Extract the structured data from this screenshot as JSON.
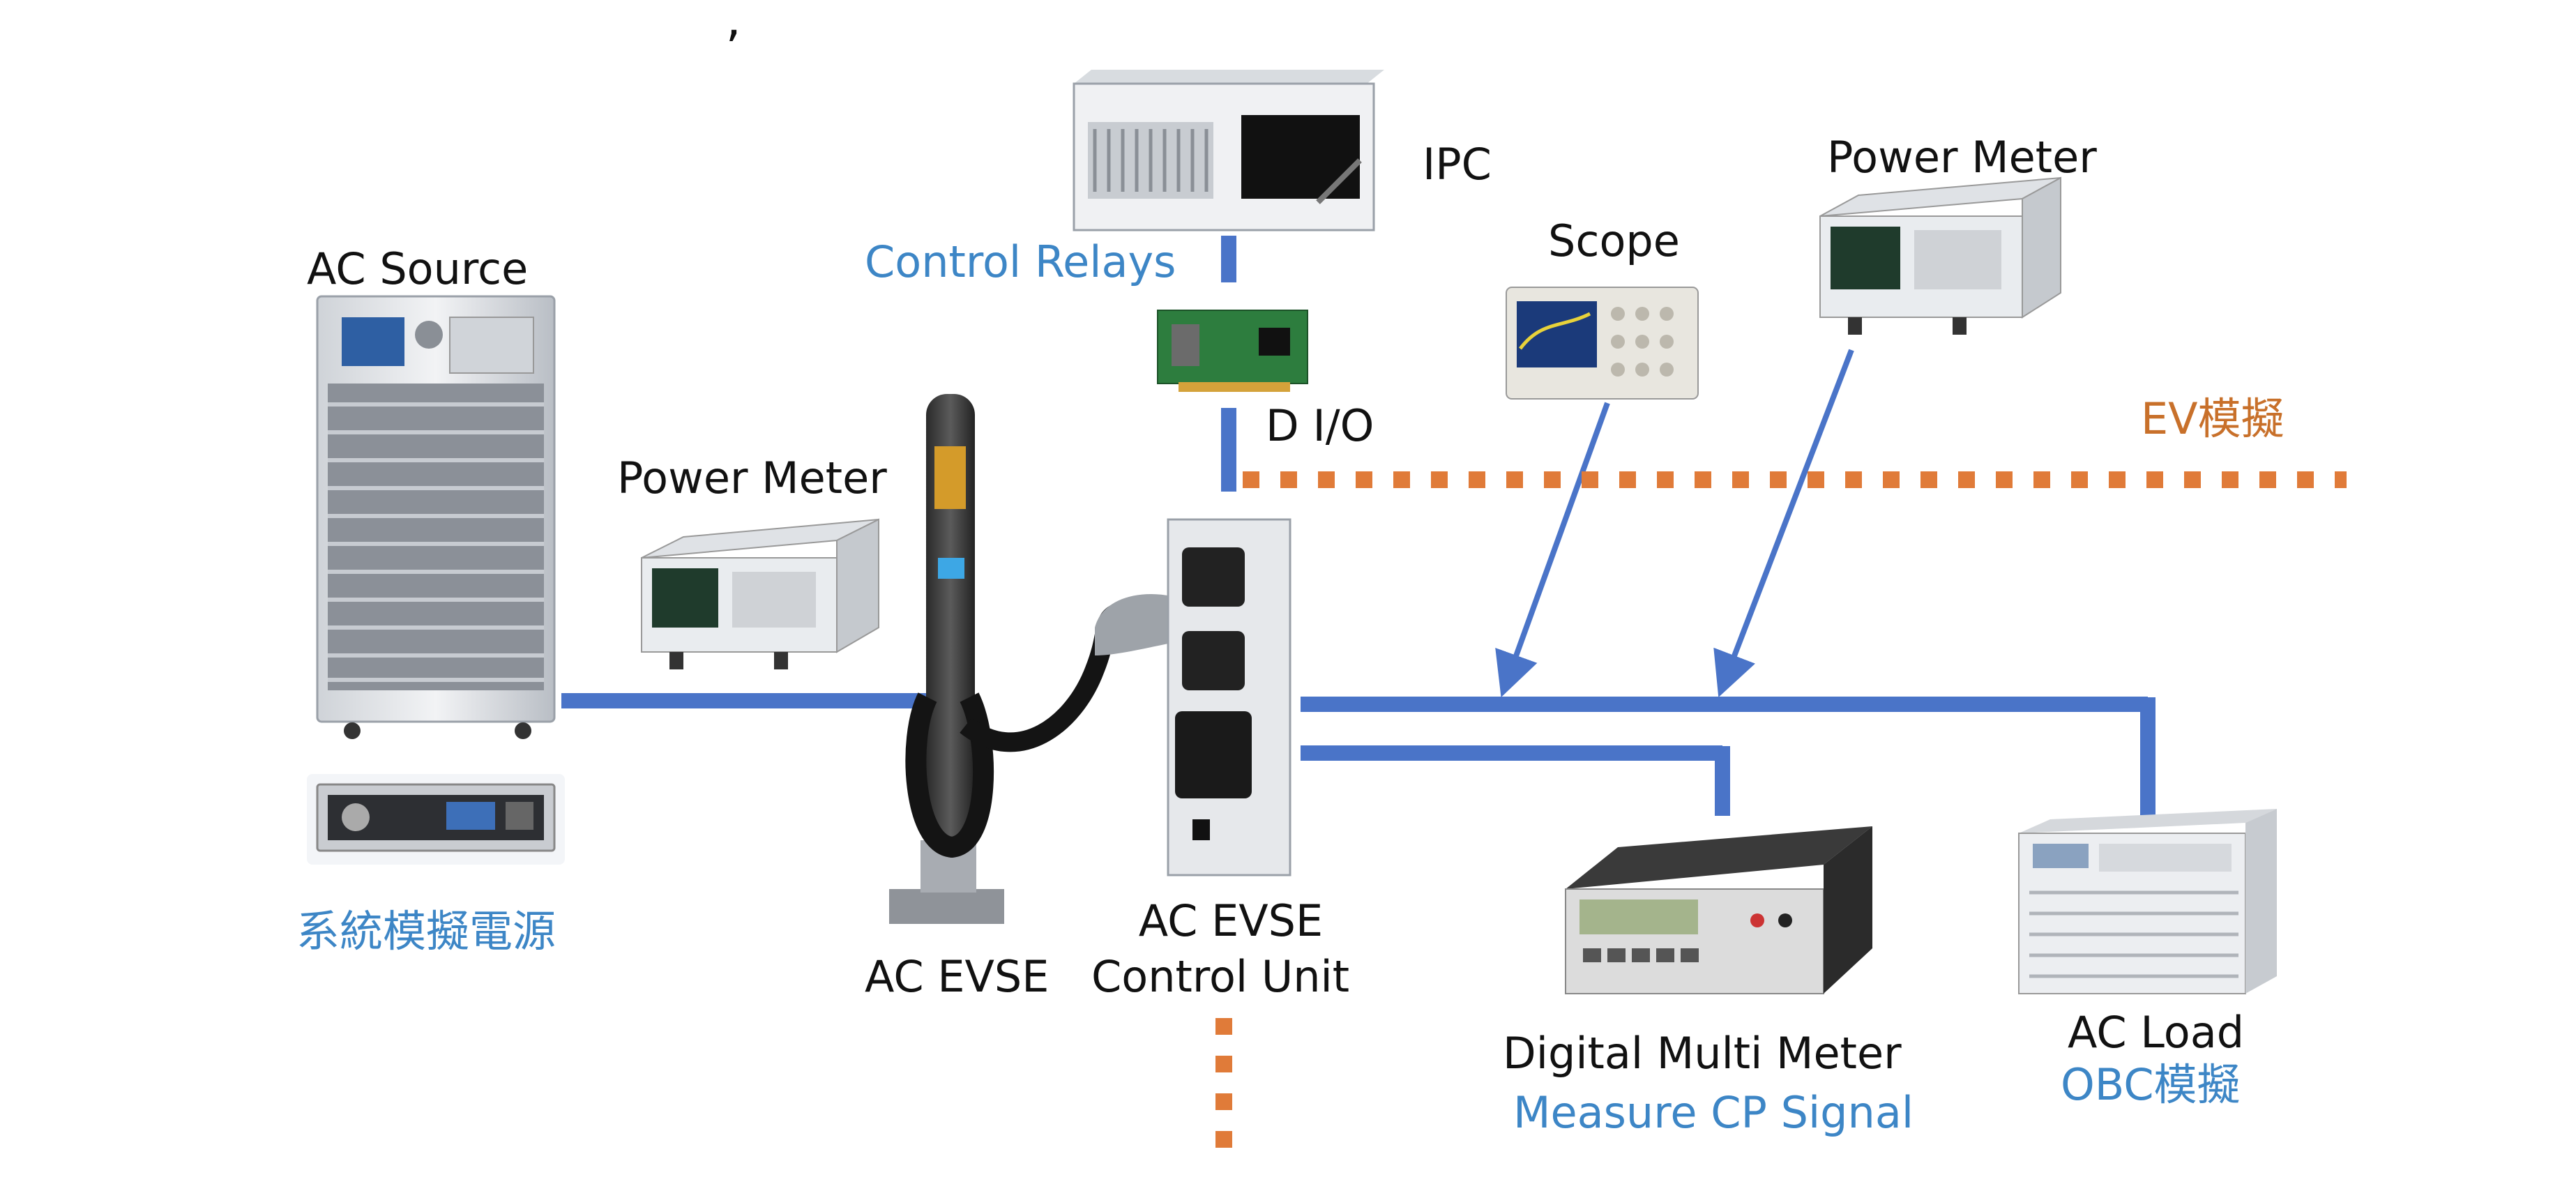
{
  "labels": {
    "ac_source": "AC Source",
    "power_meter_left": "Power Meter",
    "grid_sim_power": "系統模擬電源",
    "ac_evse": "AC EVSE",
    "evse_control_unit_line1": "AC EVSE",
    "evse_control_unit_line2": "Control Unit",
    "control_relays": "Control Relays",
    "ipc": "IPC",
    "dio": "D I/O",
    "scope": "Scope",
    "power_meter_right": "Power Meter",
    "ev_sim": "EV模擬",
    "dmm": "Digital Multi Meter",
    "measure_cp": "Measure CP Signal",
    "ac_load": "AC Load",
    "obc_sim": "OBC模擬",
    "top_mark": "’"
  },
  "colors": {
    "bus_blue": "#4a74c8",
    "label_blue": "#3d86c6",
    "label_orange": "#c8702a",
    "dotted_orange": "#e07b39",
    "text_dark": "#111111"
  }
}
